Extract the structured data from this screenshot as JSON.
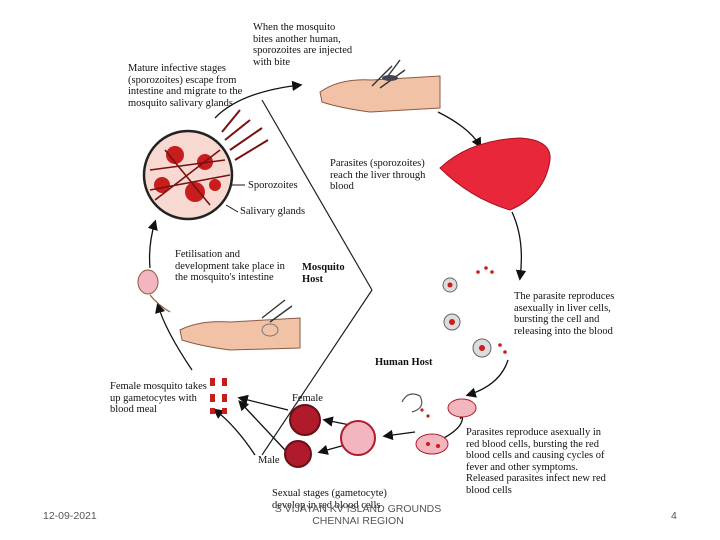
{
  "diagram": {
    "labels": {
      "bite": "When the mosquito bites another human, sporozoites are injected with bite",
      "mature": "Mature infective stages (sporozoites) escape from intestine and migrate to the mosquito salivary glands",
      "sporozoites": "Sporozoites",
      "salivary": "Salivary glands",
      "liver": "Parasites (sporozoites) reach the liver through blood",
      "fert": "Fetilisation and development take place in the mosquito's intestine",
      "mosquito_host": "Mosquito Host",
      "human_host": "Human Host",
      "liver_repro": "The parasite reproduces asexually in liver cells, bursting the cell and releasing into the blood",
      "female_mosq": "Female mosquito takes up gametocytes with blood meal",
      "female": "Female",
      "male": "Male",
      "rbc_repro": "Parasites reproduce asexually in red blood cells, bursting the red blood cells and causing cycles of fever and other symptoms. Released parasites infect new red blood cells",
      "sexual": "Sexual stages (gametocyte) develop in red blood cells"
    }
  },
  "footer": {
    "date": "12-09-2021",
    "org": "S VIJAYAN KV ISLAND GROUNDS CHENNAI REGION",
    "page": "4"
  },
  "colors": {
    "cell_red": "#c81d1d",
    "liver_red": "#e8283a",
    "skin": "#f1c2a6",
    "pink_cell": "#f3b6bf"
  }
}
